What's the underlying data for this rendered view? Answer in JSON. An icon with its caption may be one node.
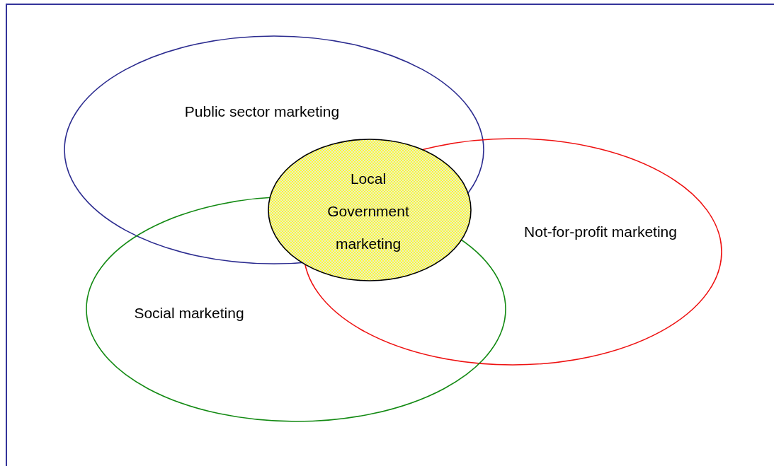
{
  "diagram": {
    "nodes": [
      {
        "text": [
          "Public sector marketing"
        ]
      },
      {
        "text": [
          "Not-for-profit marketing"
        ]
      },
      {
        "text": [
          "Social marketing"
        ]
      },
      {
        "text": [
          "Local Government marketing"
        ]
      }
    ]
  }
}
